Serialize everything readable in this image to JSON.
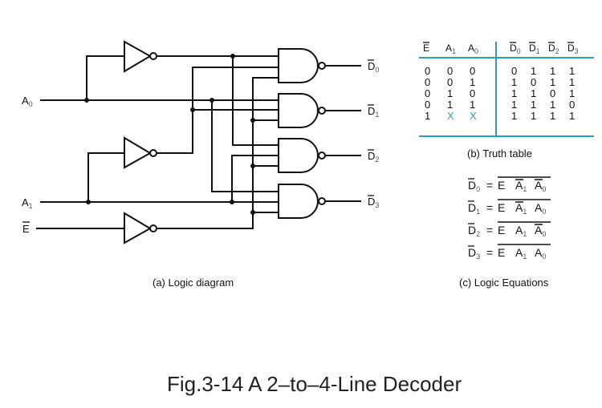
{
  "figure_title": "Fig.3-14  A 2–to–4-Line Decoder",
  "logic_diagram": {
    "caption": "(a) Logic diagram",
    "inputs": [
      {
        "name": "A",
        "sub": "0",
        "bar": false
      },
      {
        "name": "A",
        "sub": "1",
        "bar": false
      },
      {
        "name": "E",
        "sub": "",
        "bar": true
      }
    ],
    "outputs": [
      {
        "name": "D",
        "sub": "0",
        "bar": true
      },
      {
        "name": "D",
        "sub": "1",
        "bar": true
      },
      {
        "name": "D",
        "sub": "2",
        "bar": true
      },
      {
        "name": "D",
        "sub": "3",
        "bar": true
      }
    ],
    "gates": [
      "NOT A0",
      "NOT A1",
      "NOT E-bar",
      "NAND D0",
      "NAND D1",
      "NAND D2",
      "NAND D3"
    ]
  },
  "truth_table": {
    "caption": "(b) Truth table",
    "input_headers": [
      {
        "name": "E",
        "sub": "",
        "bar": true
      },
      {
        "name": "A",
        "sub": "1",
        "bar": false
      },
      {
        "name": "A",
        "sub": "0",
        "bar": false
      }
    ],
    "output_headers": [
      {
        "name": "D",
        "sub": "0",
        "bar": true
      },
      {
        "name": "D",
        "sub": "1",
        "bar": true
      },
      {
        "name": "D",
        "sub": "2",
        "bar": true
      },
      {
        "name": "D",
        "sub": "3",
        "bar": true
      }
    ],
    "rows": [
      {
        "inputs": [
          "0",
          "0",
          "0"
        ],
        "outputs": [
          "0",
          "1",
          "1",
          "1"
        ]
      },
      {
        "inputs": [
          "0",
          "0",
          "1"
        ],
        "outputs": [
          "1",
          "0",
          "1",
          "1"
        ]
      },
      {
        "inputs": [
          "0",
          "1",
          "0"
        ],
        "outputs": [
          "1",
          "1",
          "0",
          "1"
        ]
      },
      {
        "inputs": [
          "0",
          "1",
          "1"
        ],
        "outputs": [
          "1",
          "1",
          "1",
          "0"
        ]
      },
      {
        "inputs": [
          "1",
          "X",
          "X"
        ],
        "outputs": [
          "1",
          "1",
          "1",
          "1"
        ]
      }
    ],
    "accent_color": "#2a9cc8"
  },
  "logic_equations": {
    "caption": "(c) Logic Equations",
    "equations": [
      {
        "lhs_sub": "0",
        "a1_bar": true,
        "a0_bar": true
      },
      {
        "lhs_sub": "1",
        "a1_bar": true,
        "a0_bar": false
      },
      {
        "lhs_sub": "2",
        "a1_bar": false,
        "a0_bar": true
      },
      {
        "lhs_sub": "3",
        "a1_bar": false,
        "a0_bar": false
      }
    ]
  }
}
